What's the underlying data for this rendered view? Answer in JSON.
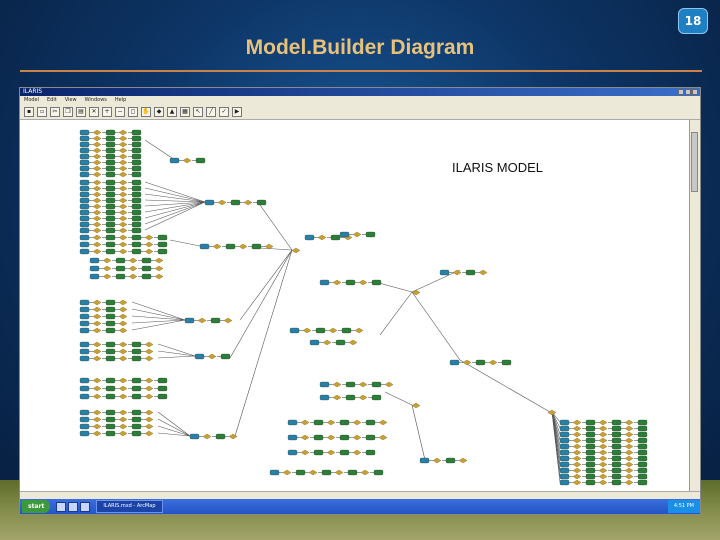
{
  "slide": {
    "title": "Model.Builder Diagram",
    "page_number": "18"
  },
  "window": {
    "title": "ILARIS",
    "menu": [
      "Model",
      "Edit",
      "View",
      "Windows",
      "Help"
    ]
  },
  "diagram": {
    "label": "ILARIS MODEL"
  },
  "taskbar": {
    "start_label": "start",
    "items": [
      "ILARIS.mxd - ArcMap"
    ],
    "clock": "4:51 PM"
  },
  "colors": {
    "slide_bg": "#0d3566",
    "title_text": "#e8c27a",
    "rule": "#c9824a",
    "data_node": "#2e7d3a",
    "tool_node": "#c8a030",
    "input_node": "#2a7fa8"
  }
}
